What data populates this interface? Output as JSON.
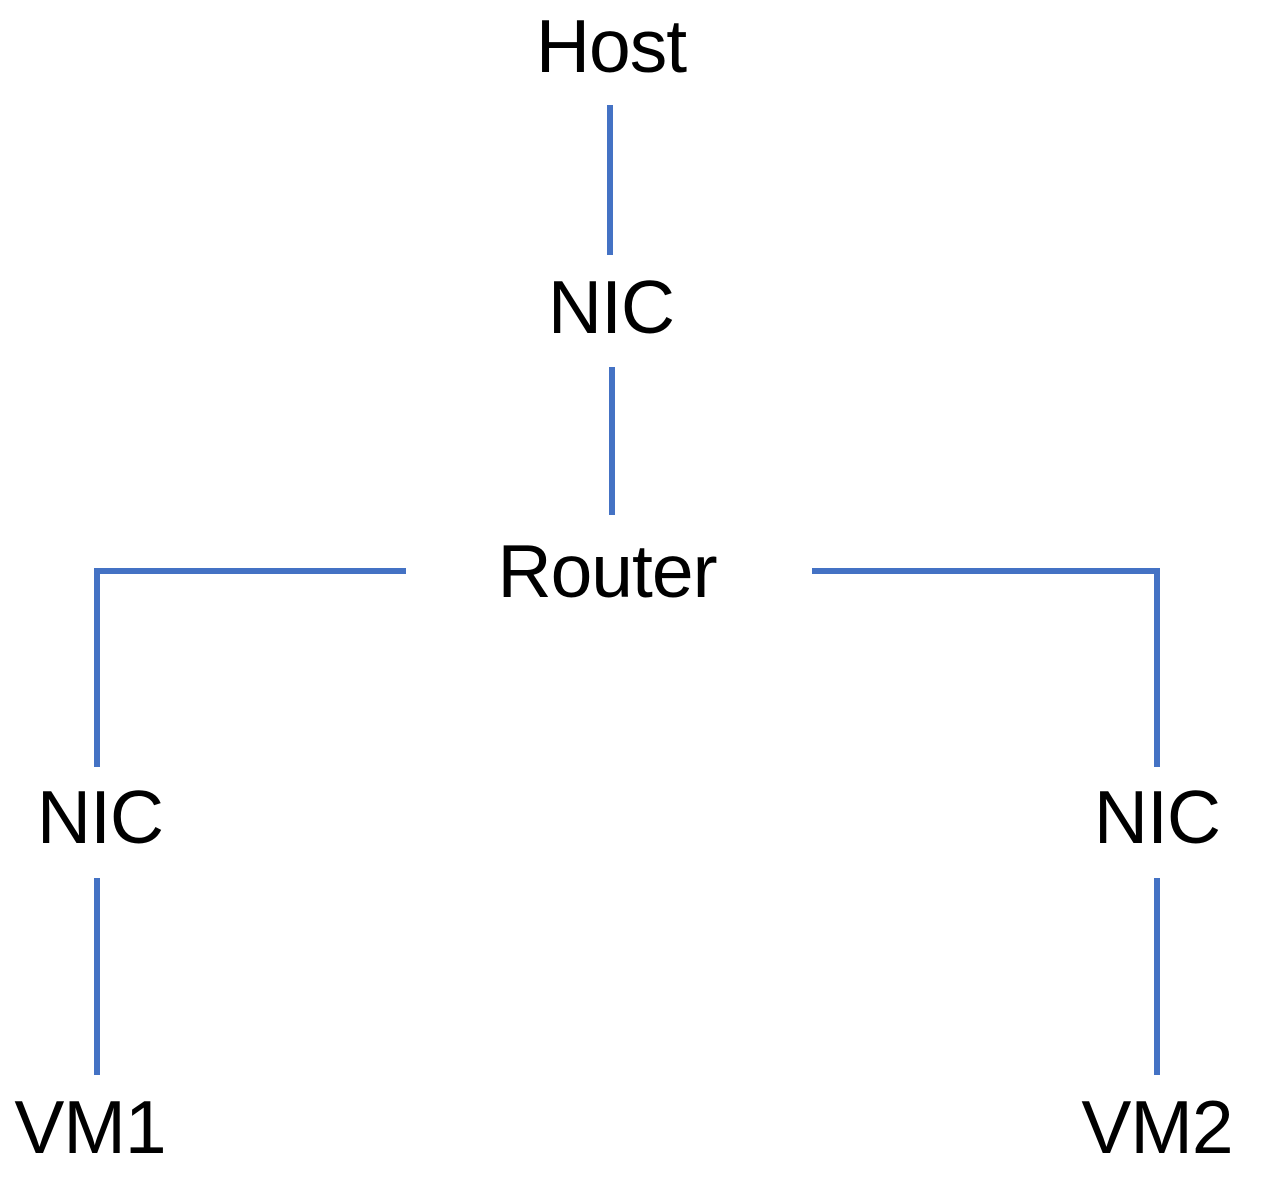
{
  "diagram": {
    "type": "network-topology",
    "nodes": {
      "host": {
        "label": "Host"
      },
      "host_nic": {
        "label": "NIC"
      },
      "router": {
        "label": "Router"
      },
      "left_nic": {
        "label": "NIC"
      },
      "right_nic": {
        "label": "NIC"
      },
      "vm1": {
        "label": "VM1"
      },
      "vm2": {
        "label": "VM2"
      }
    },
    "edges": [
      {
        "from": "host",
        "to": "host_nic",
        "shape": "vertical"
      },
      {
        "from": "host_nic",
        "to": "router",
        "shape": "vertical"
      },
      {
        "from": "router",
        "to": "left_nic",
        "shape": "elbow-left"
      },
      {
        "from": "router",
        "to": "right_nic",
        "shape": "elbow-right"
      },
      {
        "from": "left_nic",
        "to": "vm1",
        "shape": "vertical"
      },
      {
        "from": "right_nic",
        "to": "vm2",
        "shape": "vertical"
      }
    ],
    "colors": {
      "connector": "#4472C4",
      "text": "#000000",
      "background": "#FFFFFF"
    }
  }
}
